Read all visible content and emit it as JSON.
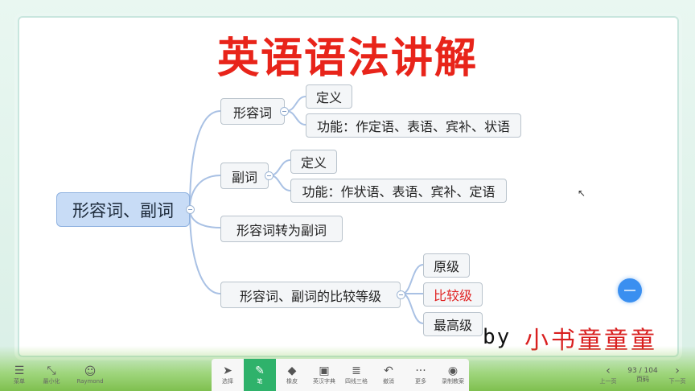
{
  "title": "英语语法讲解",
  "mindmap": {
    "root": "形容词、副词",
    "branch1": {
      "label": "形容词",
      "children": [
        "定义",
        "功能：作定语、表语、宾补、状语"
      ]
    },
    "branch2": {
      "label": "副词",
      "children": [
        "定义",
        "功能：作状语、表语、宾补、定语"
      ]
    },
    "branch3": {
      "label": "形容词转为副词"
    },
    "branch4": {
      "label": "形容词、副词的比较等级",
      "children": [
        "原级",
        "比较级",
        "最高级"
      ]
    }
  },
  "credit": {
    "by": "by",
    "author": "小书童童童"
  },
  "toolbar": {
    "left": [
      {
        "label": "菜单",
        "icon": "menu-icon"
      },
      {
        "label": "最小化",
        "icon": "minimize-icon"
      },
      {
        "label": "Raymond",
        "icon": "avatar-icon"
      }
    ],
    "center": [
      {
        "label": "选择",
        "icon": "cursor-icon"
      },
      {
        "label": "笔",
        "icon": "pen-icon",
        "active": true
      },
      {
        "label": "橡皮",
        "icon": "eraser-icon"
      },
      {
        "label": "英汉字典",
        "icon": "dictionary-icon"
      },
      {
        "label": "四线三格",
        "icon": "four-lines-icon"
      },
      {
        "label": "撤消",
        "icon": "undo-icon"
      },
      {
        "label": "更多",
        "icon": "more-icon"
      },
      {
        "label": "录制教案",
        "icon": "record-icon"
      }
    ],
    "right": {
      "prev": "上一页",
      "page": "93 / 104",
      "page_label": "页码",
      "next": "下一页"
    }
  },
  "colors": {
    "accent_green": "#2fb26b",
    "title_red": "#e8241a",
    "root_blue": "#c8dcf6",
    "highlight_red": "#e02424"
  }
}
